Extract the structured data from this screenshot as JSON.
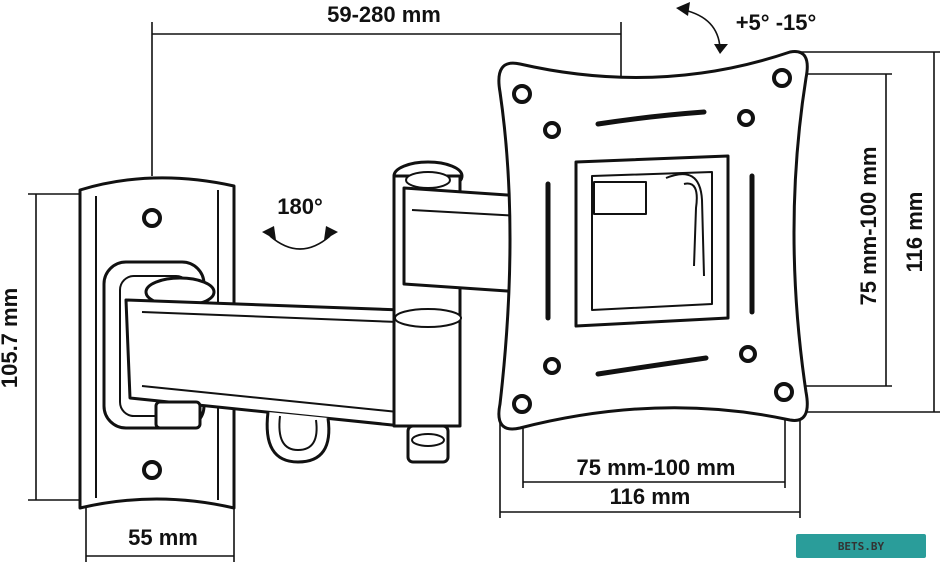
{
  "dimensions": {
    "arm_extension": "59-280 mm",
    "tilt": "+5° -15°",
    "swivel": "180°",
    "wall_plate_height": "105.7 mm",
    "wall_plate_width": "55 mm",
    "vesa_horizontal": "75 mm-100 mm",
    "plate_width": "116 mm",
    "vesa_vertical": "75 mm-100 mm",
    "plate_height": "116 mm"
  },
  "watermark": {
    "text": "BETS.BY",
    "color": "#2a9d9a"
  }
}
